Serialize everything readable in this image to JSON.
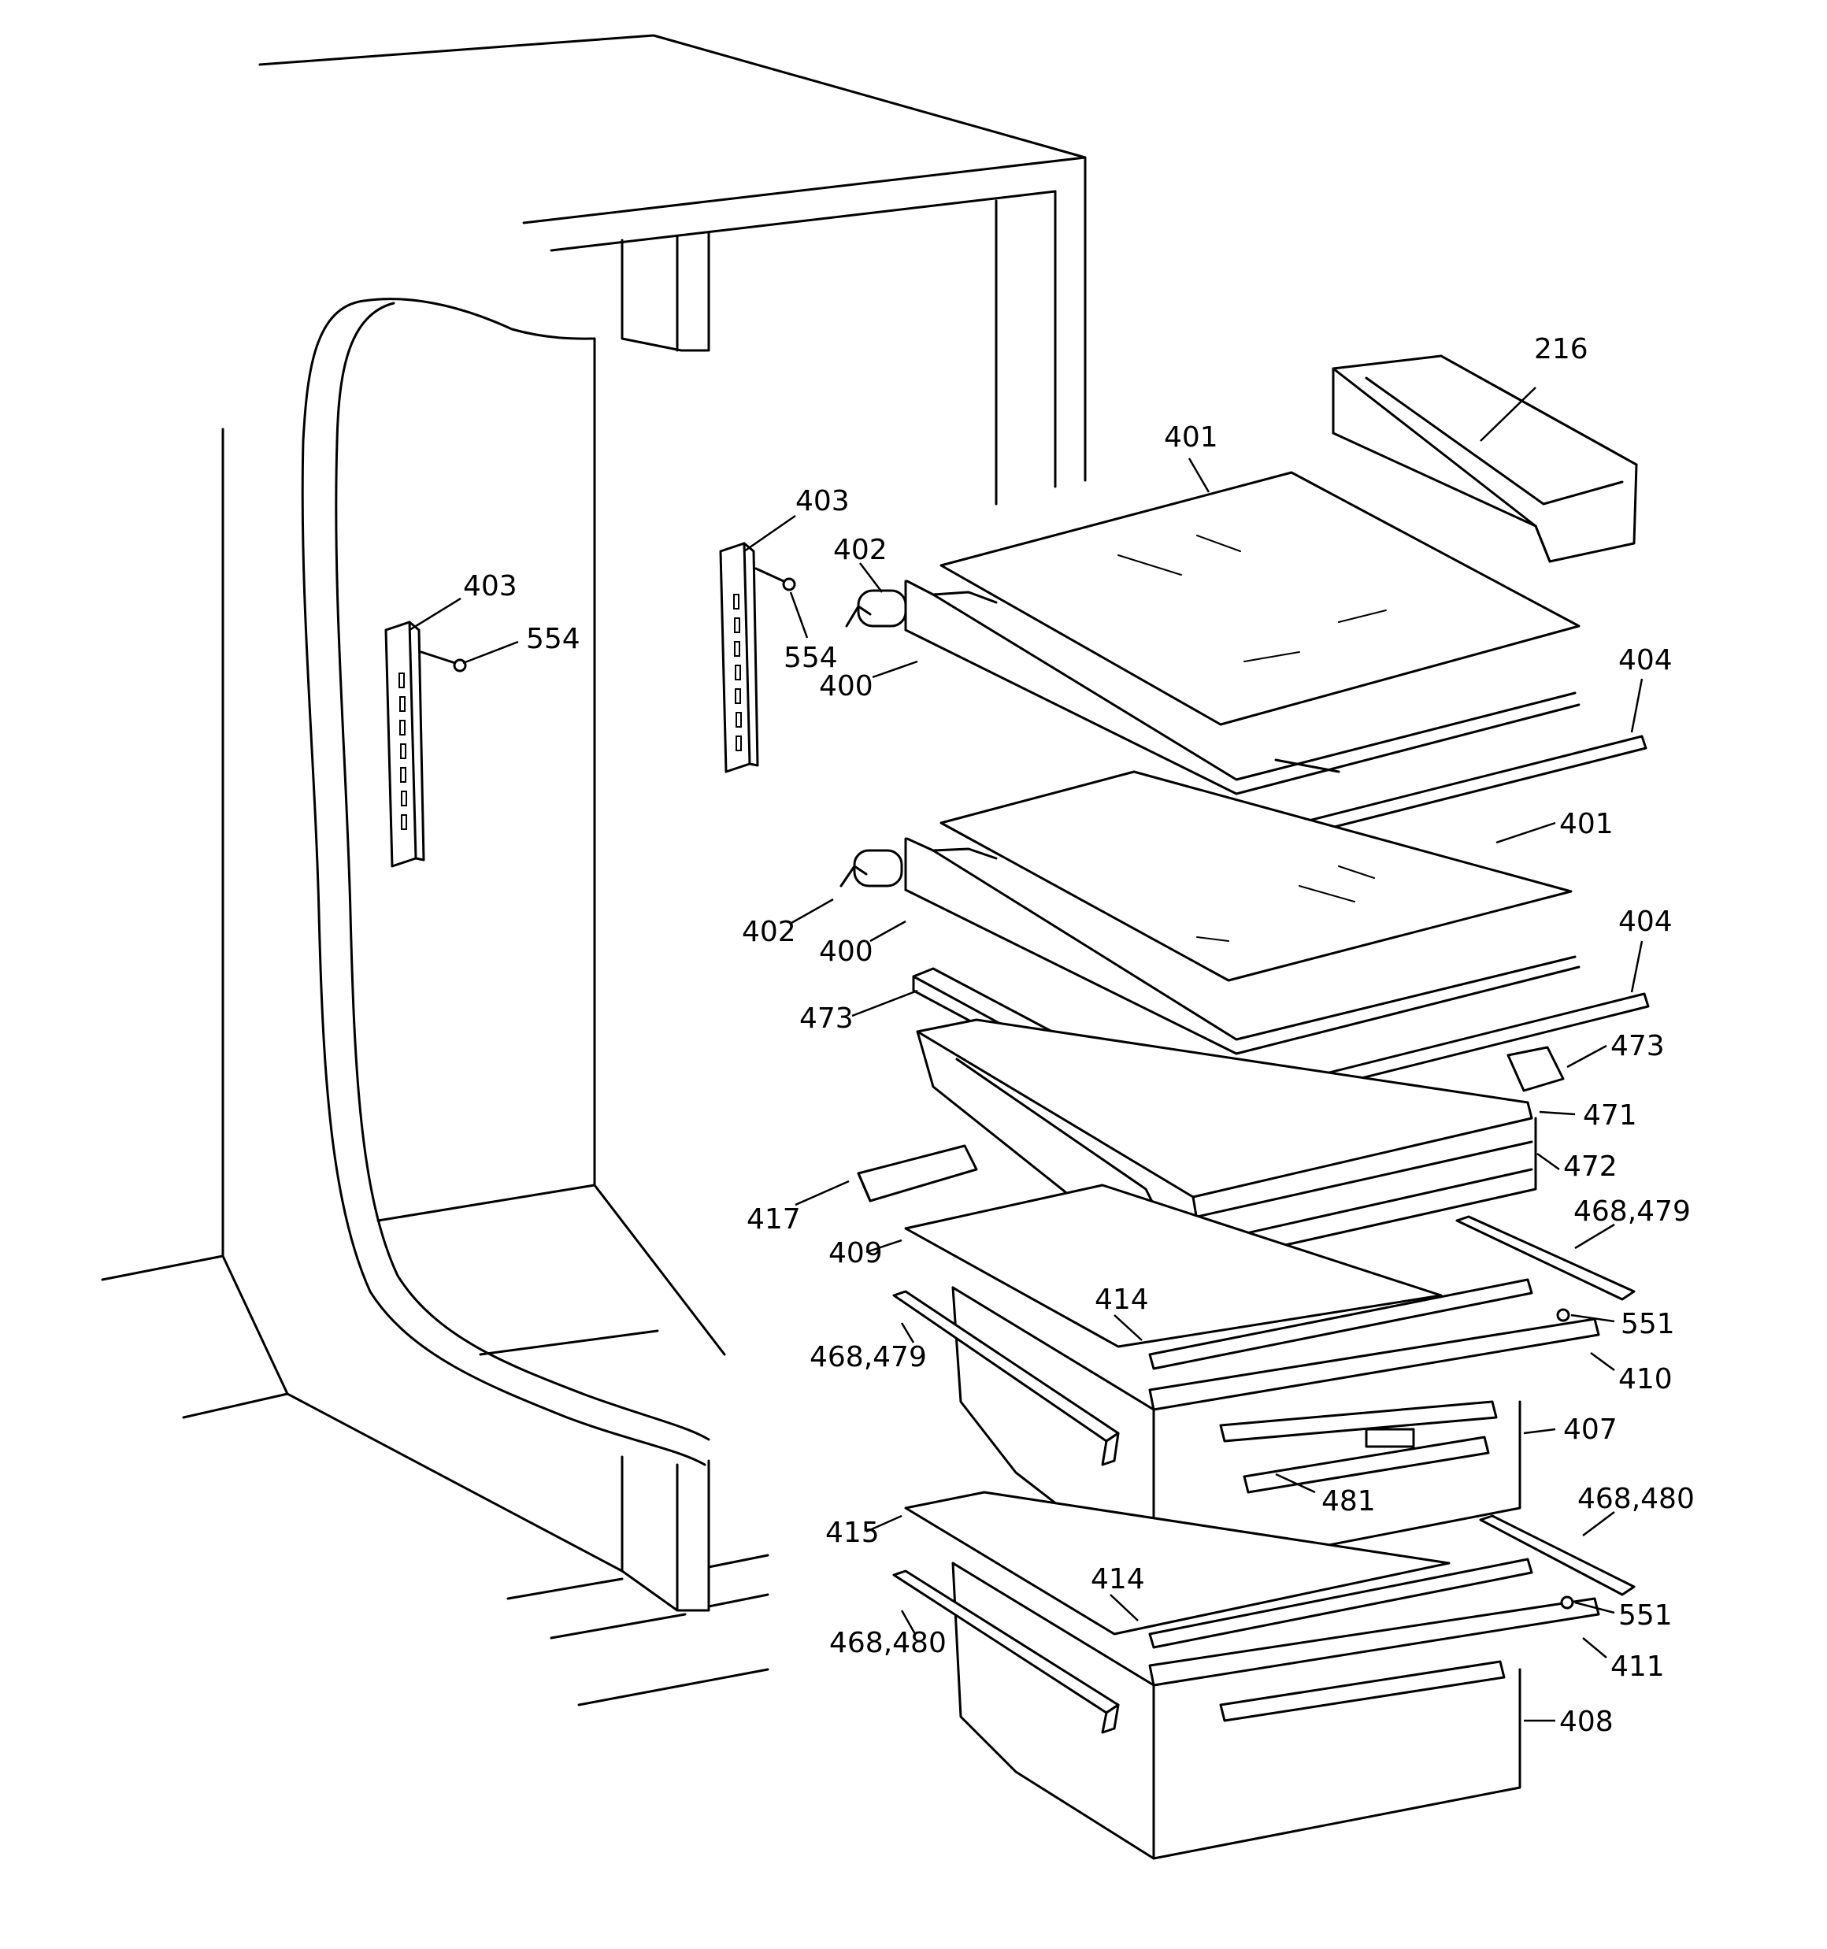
{
  "diagram": {
    "labels": {
      "l216": "216",
      "l401a": "401",
      "l403a": "403",
      "l402a": "402",
      "l403b": "403",
      "l554a": "554",
      "l554b": "554",
      "l400a": "400",
      "l404a": "404",
      "l401b": "401",
      "l402b": "402",
      "l400b": "400",
      "l404b": "404",
      "l473a": "473",
      "l473b": "473",
      "l471": "471",
      "l472": "472",
      "l417": "417",
      "l468a": "468,479",
      "l409": "409",
      "l414a": "414",
      "l551a": "551",
      "l468b": "468,479",
      "l410": "410",
      "l407": "407",
      "l481": "481",
      "l468c": "468,480",
      "l415": "415",
      "l414b": "414",
      "l551b": "551",
      "l468d": "468,480",
      "l411": "411",
      "l408": "408"
    }
  }
}
